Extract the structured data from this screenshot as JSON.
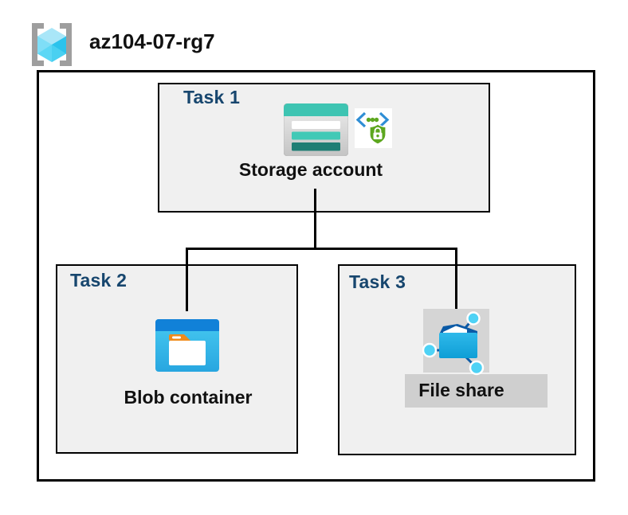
{
  "resource_group": {
    "name": "az104-07-rg7",
    "icon": "resource-group-icon"
  },
  "tasks": [
    {
      "label": "Task 1",
      "node_label": "Storage account",
      "icons": [
        "storage-account-icon",
        "secured-endpoint-icon"
      ]
    },
    {
      "label": "Task 2",
      "node_label": "Blob container",
      "icons": [
        "blob-container-icon"
      ]
    },
    {
      "label": "Task 3",
      "node_label": "File share",
      "icons": [
        "file-share-icon"
      ]
    }
  ],
  "connections": [
    {
      "from": "Storage account",
      "to": "Blob container"
    },
    {
      "from": "Storage account",
      "to": "File share"
    }
  ],
  "colors": {
    "task_label": "#17466e",
    "task_box_fill": "#f0f0f0",
    "outline_black": "#000000",
    "title_text": "#111111",
    "storage_teal": "#3ec4b2",
    "storage_teal_mid": "#41c9b6",
    "storage_teal_dark": "#1f7e74",
    "blob_header_blue": "#1181d8",
    "folder_tab_orange": "#f08b1b",
    "fileshare_navy": "#0b5aa6",
    "fileshare_node_cyan": "#4ed2f5",
    "fileshare_backdrop": "#d5d5d5",
    "fileshare_label_band": "#cfcfcf",
    "endpoint_bracket_blue": "#2f8ed5",
    "endpoint_green": "#5da71f",
    "rg_bracket_gray": "#9e9e9e",
    "rg_cube_top": "#a9e6f8",
    "rg_cube_left": "#5cd7f5",
    "rg_cube_right": "#2cc3ec"
  }
}
